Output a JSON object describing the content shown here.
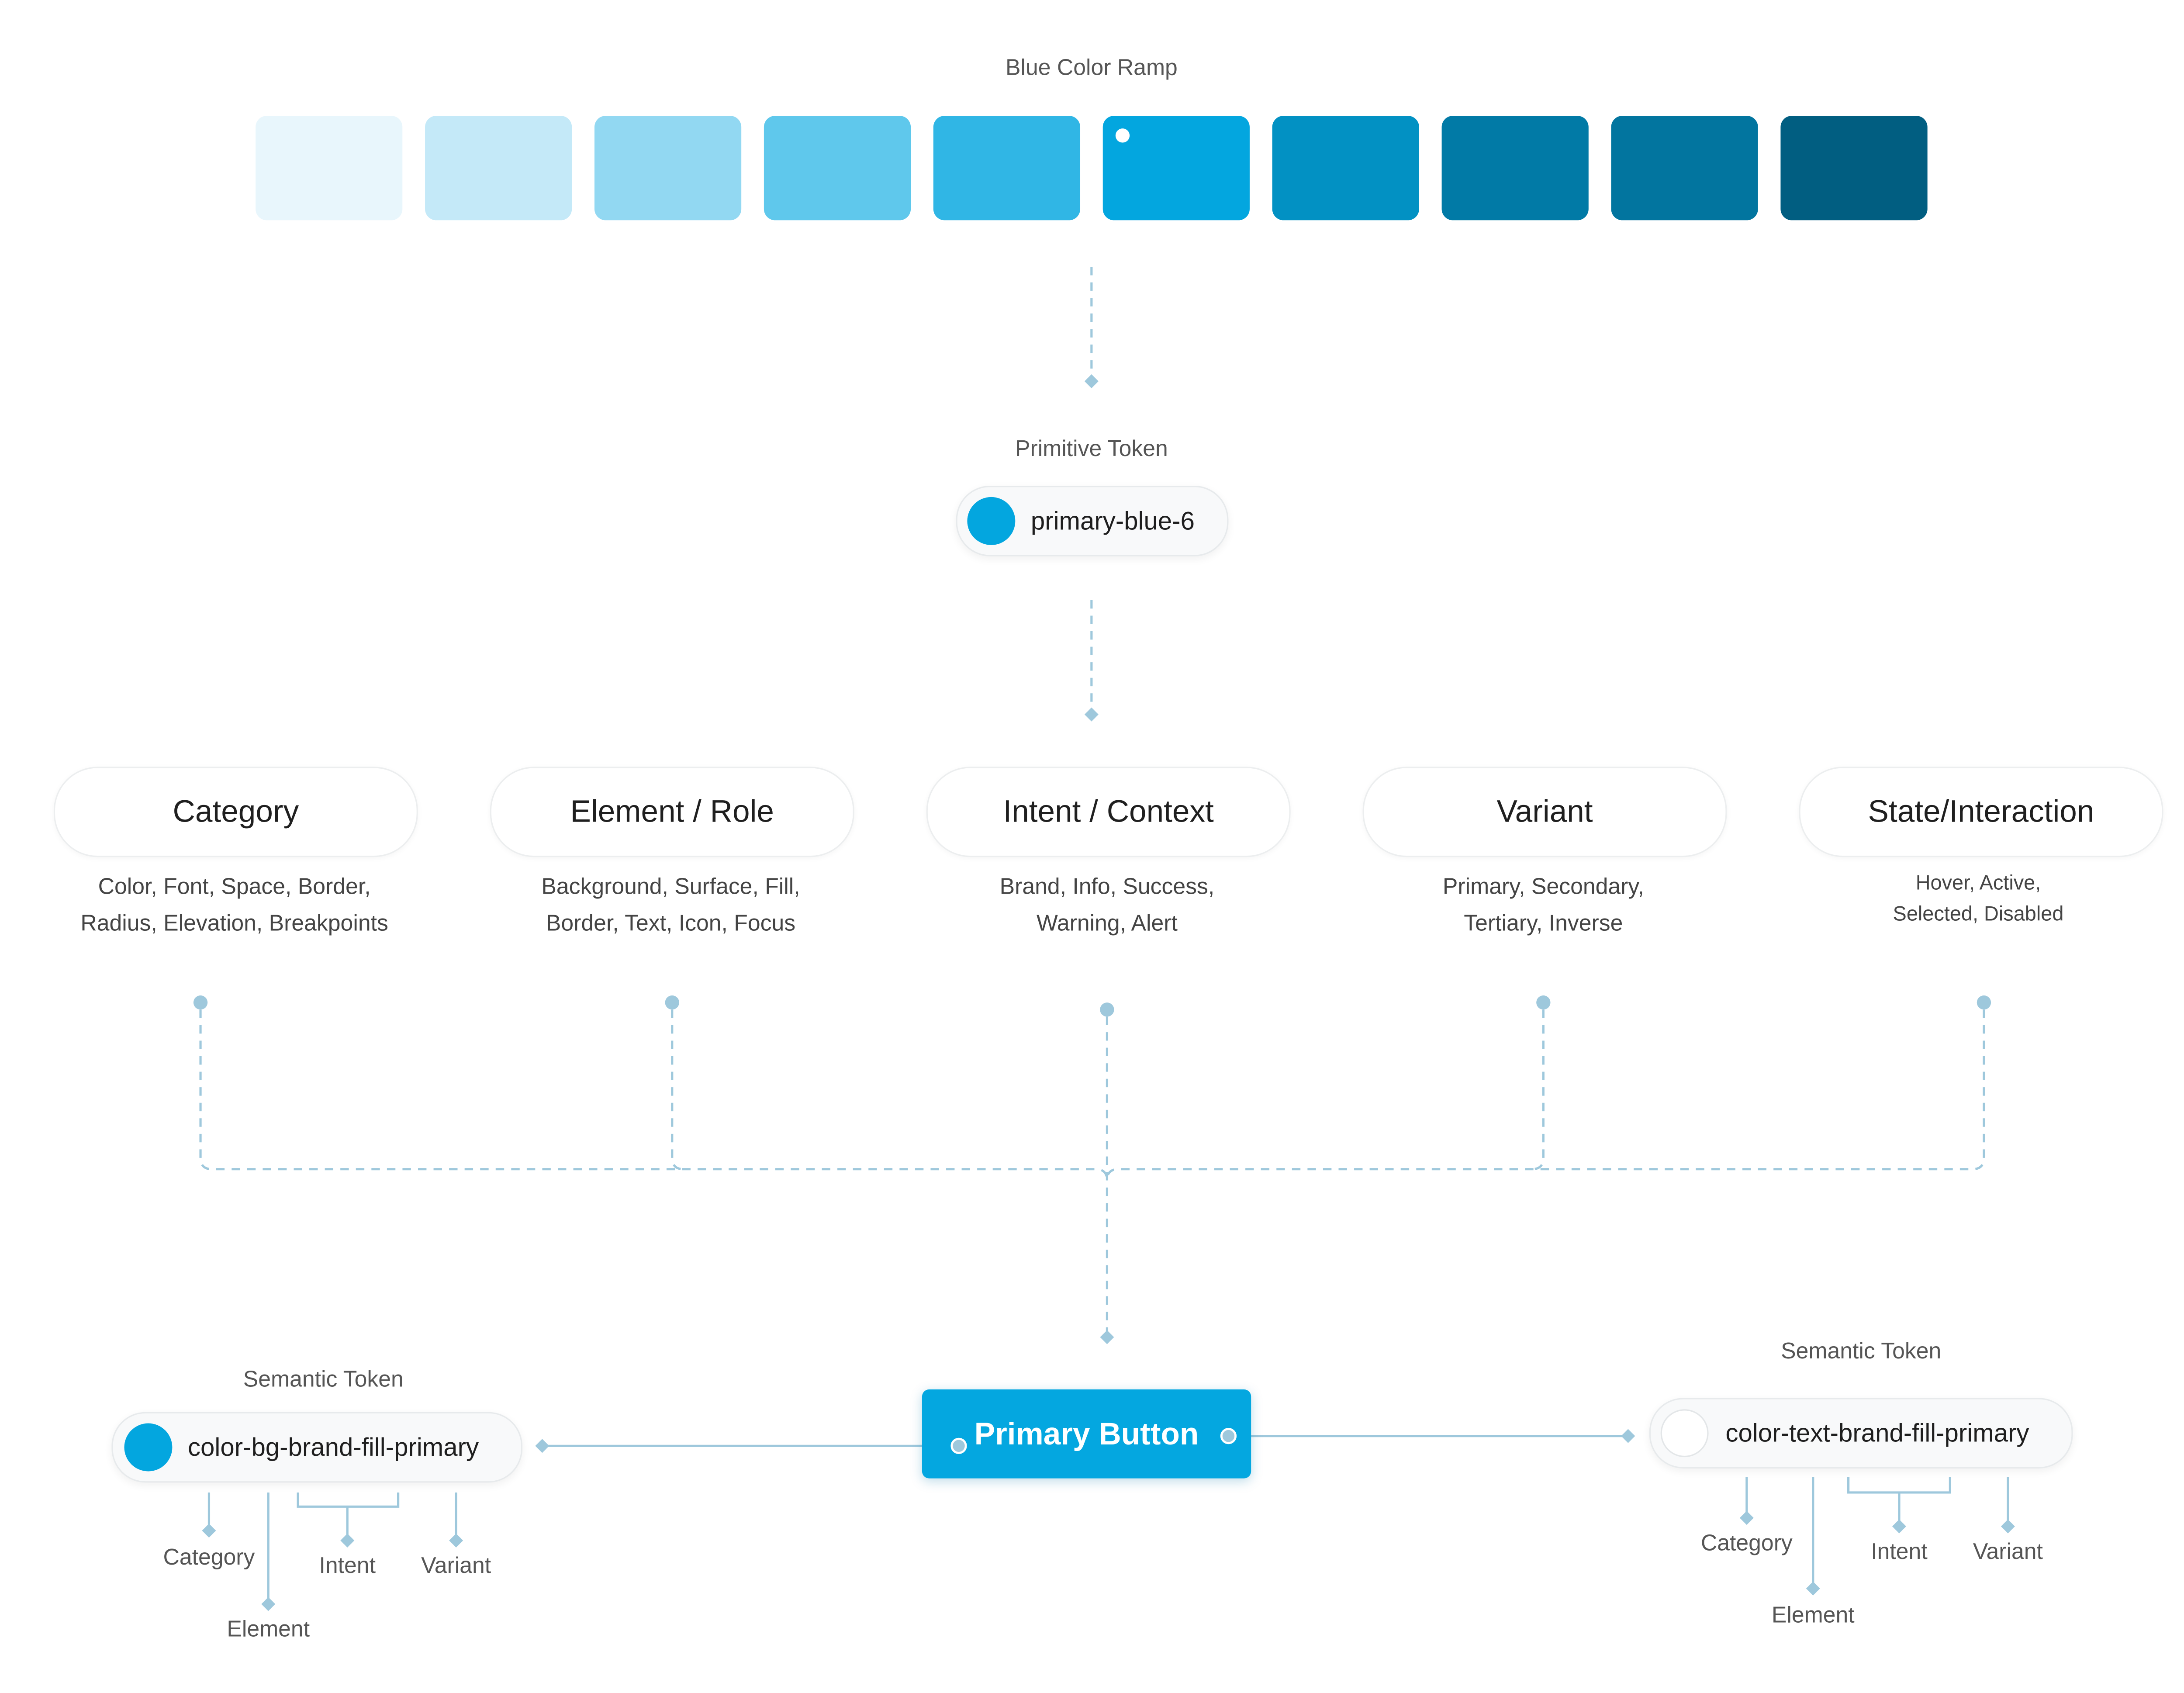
{
  "ramp": {
    "title": "Blue Color Ramp",
    "swatches": [
      "#e8f6fc",
      "#c4e9f8",
      "#92d8f2",
      "#5fc8ec",
      "#30b6e5",
      "#03a6df",
      "#0291c3",
      "#017aa6",
      "#02759f",
      "#015e81"
    ],
    "selected_index": 5
  },
  "primitive": {
    "label": "Primitive Token",
    "token_name": "primary-blue-6",
    "color": "#03a6df"
  },
  "categories": [
    {
      "title": "Category",
      "line1": "Color, Font, Space, Border,",
      "line2": "Radius, Elevation, Breakpoints"
    },
    {
      "title": "Element / Role",
      "line1": "Background, Surface, Fill,",
      "line2": "Border, Text, Icon, Focus"
    },
    {
      "title": "Intent / Context",
      "line1": "Brand, Info, Success,",
      "line2": "Warning, Alert"
    },
    {
      "title": "Variant",
      "line1": "Primary, Secondary,",
      "line2": "Tertiary, Inverse"
    },
    {
      "title": "State/Interaction",
      "line1": "Hover, Active,",
      "line2": "Selected, Disabled"
    }
  ],
  "button": {
    "label": "Primary Button",
    "color": "#04a7e0"
  },
  "semantic_left": {
    "label": "Semantic Token",
    "token_name": "color-bg-brand-fill-primary",
    "color": "#03a6df",
    "parts": {
      "category": "Category",
      "element": "Element",
      "intent": "Intent",
      "variant": "Variant"
    }
  },
  "semantic_right": {
    "label": "Semantic Token",
    "token_name": "color-text-brand-fill-primary",
    "color": "#ffffff",
    "parts": {
      "category": "Category",
      "element": "Element",
      "intent": "Intent",
      "variant": "Variant"
    }
  },
  "connector_color": "#9ec8dc"
}
